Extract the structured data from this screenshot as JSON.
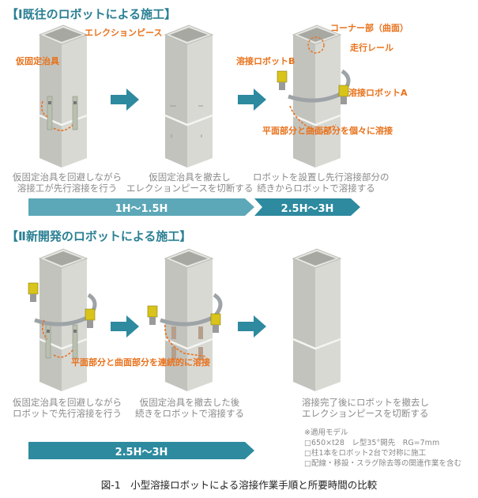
{
  "section1": {
    "title": "【Ⅰ既往のロボットによる施工】",
    "labels": {
      "erection_piece": "エレクションピース",
      "temp_jig": "仮固定治具",
      "corner": "コーナー部（曲面）",
      "rail": "走行レール",
      "robot_b": "溶接ロボットB",
      "robot_a": "溶接ロボットA",
      "separate_weld": "平面部分と曲面部分を個々に溶接"
    },
    "captions": [
      [
        "仮固定治具を回避しながら",
        "溶接工が先行溶接を行う"
      ],
      [
        "仮固定治具を撤去し",
        "エレクションピースを切断する"
      ],
      [
        "ロボットを設置し先行溶接部分の",
        "続きからロボットで溶接する"
      ]
    ],
    "bars": [
      "1H～1.5H",
      "2.5H～3H"
    ]
  },
  "section2": {
    "title": "【Ⅱ新開発のロボットによる施工】",
    "labels": {
      "continuous_weld": "平面部分と曲面部分を連続的に溶接"
    },
    "captions": [
      [
        "仮固定治具を回避しながら",
        "ロボットで先行溶接を行う"
      ],
      [
        "仮固定治具を撤去した後",
        "続きをロボットで溶接する"
      ],
      [
        "溶接完了後にロボットを撤去し",
        "エレクションピースを切断する"
      ]
    ],
    "bars": [
      "2.5H～3H"
    ],
    "notes": [
      "※適用モデル",
      "□650×t28　レ型35°開先　RG=7mm",
      "□柱1本をロボット2台で対称に施工",
      "□配線・移設・スラグ除去等の関連作業を含む"
    ]
  },
  "figure_caption": "図-1　小型溶接ロボットによる溶接作業手順と所要時間の比較",
  "colors": {
    "accent": "#e8721c",
    "teal": "#2d8a9f",
    "teal_light": "#5ca7b8",
    "steel": "#c9c9c4",
    "robot": "#d8c41a"
  }
}
